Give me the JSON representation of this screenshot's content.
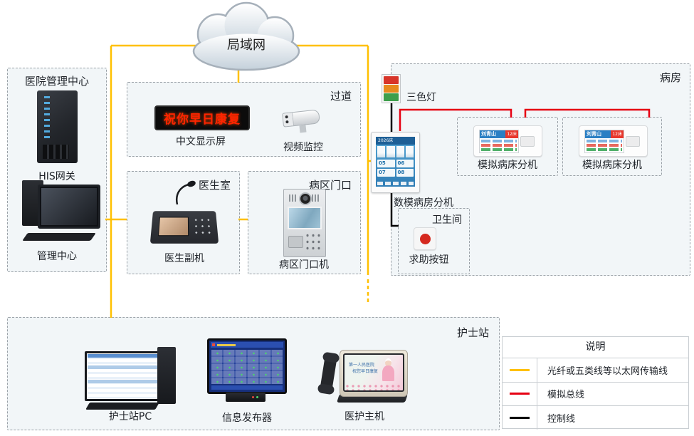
{
  "cloud": {
    "label": "局域网"
  },
  "colors": {
    "ethernet_line": "#FFC000",
    "analog_bus_line": "#E60012",
    "control_line": "#000000"
  },
  "zones": {
    "management": {
      "title": "医院管理中心",
      "server_label": "HIS网关",
      "pc_label": "管理中心"
    },
    "corridor": {
      "title": "过道",
      "display_label": "中文显示屏",
      "display_text": "祝你早日康复",
      "camera_label": "视频监控"
    },
    "doctor_room": {
      "title": "医生室",
      "device_label": "医生副机"
    },
    "ward_entrance": {
      "title": "病区门口",
      "device_label": "病区门口机"
    },
    "ward": {
      "title": "病房",
      "light_label": "三色灯",
      "extension": {
        "label": "数模病房分机",
        "screen_header": "2026床",
        "slots": [
          "05",
          "06",
          "07",
          "08"
        ]
      },
      "beds": [
        {
          "label": "模拟病床分机",
          "name": "刘青山",
          "bed_no": "12床"
        },
        {
          "label": "模拟病床分机",
          "name": "刘青山",
          "bed_no": "12床"
        }
      ],
      "bathroom": {
        "title": "卫生间",
        "button_label": "求助按钮"
      }
    },
    "nurse_station": {
      "title": "护士站",
      "pc_label": "护士站PC",
      "publisher_label": "信息发布器",
      "host_label": "医护主机",
      "host_screen_line1": "第一人民医院",
      "host_screen_line2": "祝您早日康复"
    }
  },
  "legend": {
    "title": "说明",
    "items": [
      {
        "label": "光纤或五类线等以太网传输线",
        "color": "#FFC000"
      },
      {
        "label": "模拟总线",
        "color": "#E60012"
      },
      {
        "label": "控制线",
        "color": "#000000"
      }
    ]
  }
}
